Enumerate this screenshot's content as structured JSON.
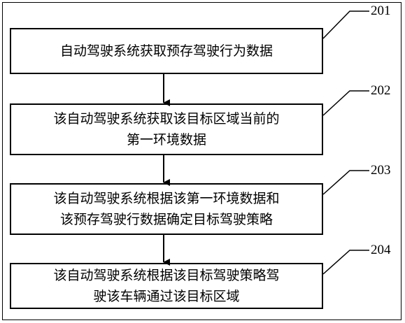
{
  "steps": [
    {
      "ref": "201",
      "text": "自动驾驶系统获取预存驾驶行为数据"
    },
    {
      "ref": "202",
      "text": "该自动驾驶系统获取该目标区域当前的\n第一环境数据"
    },
    {
      "ref": "203",
      "text": "该自动驾驶系统根据该第一环境数据和\n该预存驾驶行数据确定目标驾驶策略"
    },
    {
      "ref": "204",
      "text": "该自动驾驶系统根据该目标驾驶策略驾\n驶该车辆通过该目标区域"
    }
  ]
}
